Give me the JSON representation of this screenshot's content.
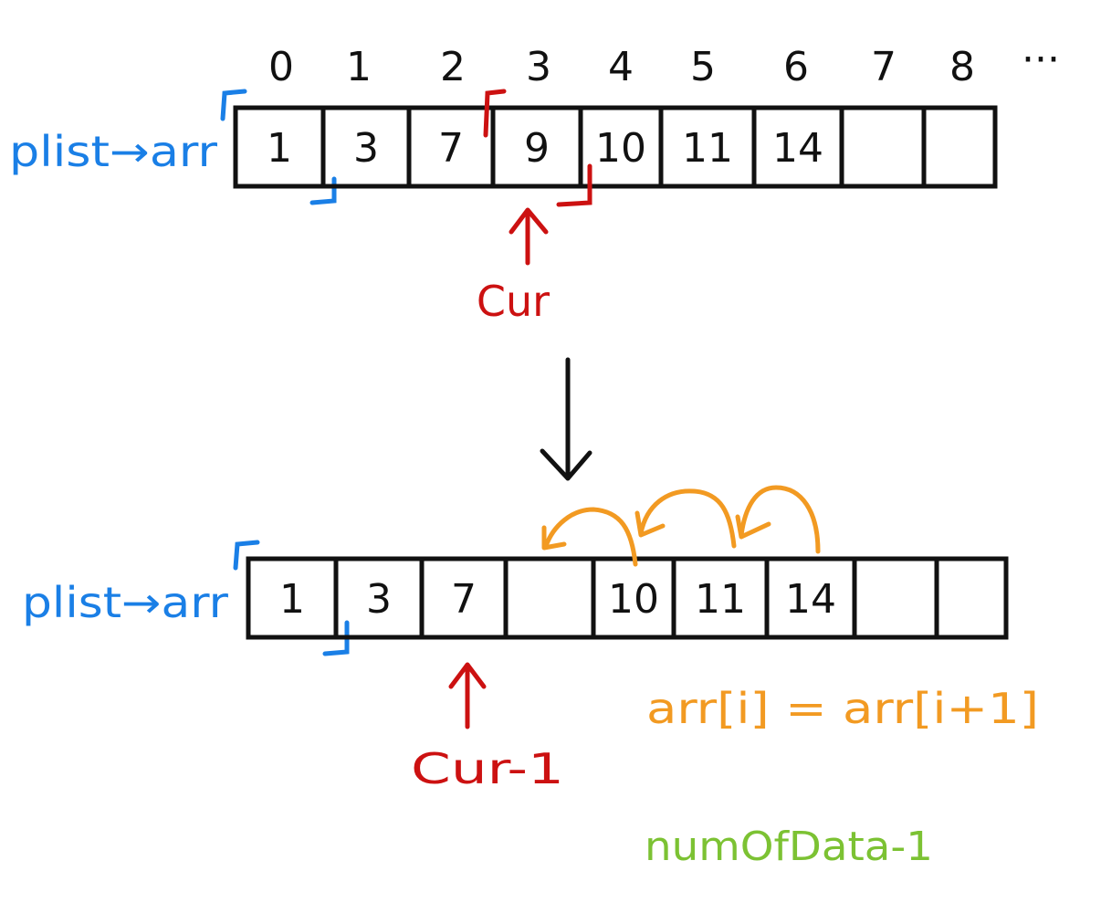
{
  "colors": {
    "ink": "#111111",
    "pointer_blue": "#1a7fe6",
    "cursor_red": "#cc1111",
    "shift_orange": "#f29a22",
    "count_green": "#7cc233"
  },
  "indices": [
    "0",
    "1",
    "2",
    "3",
    "4",
    "5",
    "6",
    "7",
    "8"
  ],
  "indices_ellipsis": "···",
  "before": {
    "pointer_label": "plist→arr",
    "cells": [
      "1",
      "3",
      "7",
      "9",
      "10",
      "11",
      "14",
      "",
      ""
    ],
    "cursor_label": "Cur"
  },
  "after": {
    "pointer_label": "plist→arr",
    "cells": [
      "1",
      "3",
      "7",
      "",
      "10",
      "11",
      "14",
      "",
      ""
    ],
    "cursor_label": "Cur-1",
    "shift_formula": "arr[i] = arr[i+1]",
    "count_label": "numOfData-1"
  }
}
